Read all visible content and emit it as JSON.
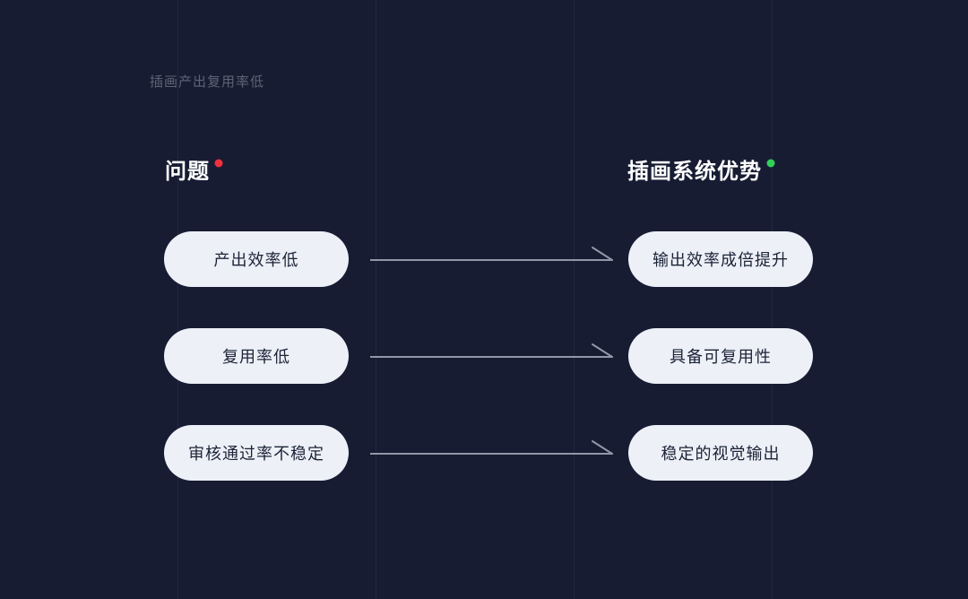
{
  "page": {
    "caption": "插画产出复用率低",
    "background_color": "#171c33"
  },
  "columns": {
    "problems": {
      "title": "问题",
      "dot_icon": "red-dot",
      "dot_color": "#f2303d"
    },
    "advantages": {
      "title": "插画系统优势",
      "dot_icon": "green-dot",
      "dot_color": "#31d158"
    }
  },
  "rows": [
    {
      "problem": "产出效率低",
      "advantage": "输出效率成倍提升"
    },
    {
      "problem": "复用率低",
      "advantage": "具备可复用性"
    },
    {
      "problem": "审核通过率不稳定",
      "advantage": "稳定的视觉输出"
    }
  ],
  "colors": {
    "pill_background": "#edf0f7",
    "pill_text": "#1c2337",
    "arrow": "#9297a8",
    "heading_text": "#ffffff",
    "caption_text": "#5d6476",
    "grid_line": "#222841"
  }
}
